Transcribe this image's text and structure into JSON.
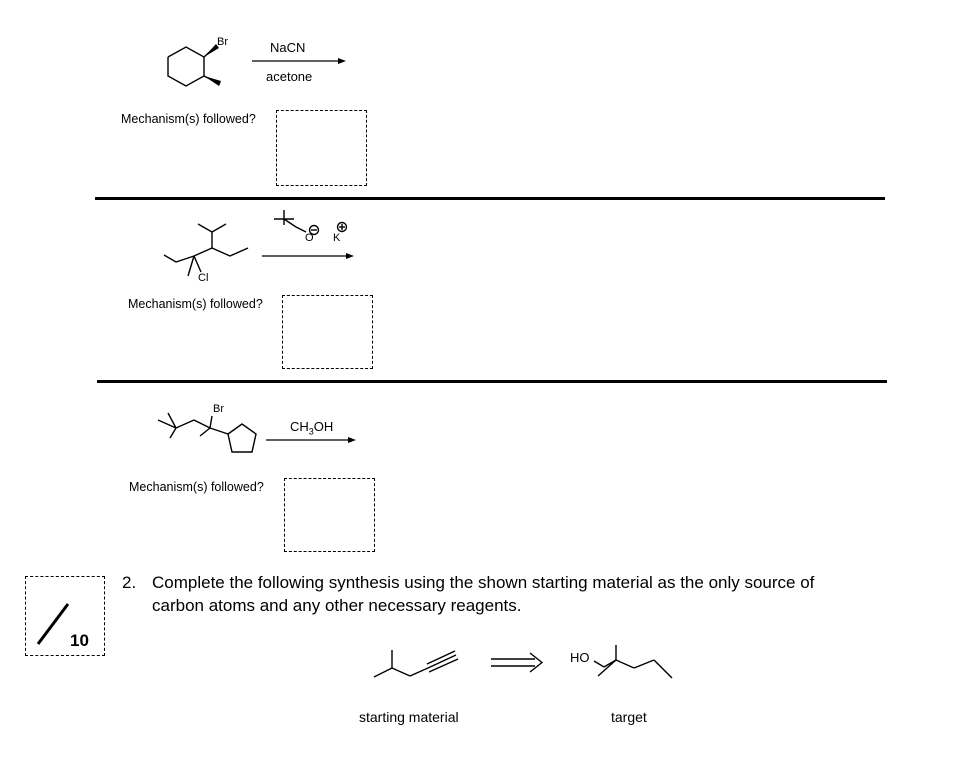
{
  "reactions": [
    {
      "substituent": "Br",
      "reagent_top": "NaCN",
      "reagent_bottom": "acetone",
      "mechanism_label": "Mechanism(s) followed?"
    },
    {
      "substituent": "Cl",
      "base_oxygen": "O",
      "base_cation": "K",
      "mechanism_label": "Mechanism(s) followed?"
    },
    {
      "substituent": "Br",
      "reagent_top": "CH3OH",
      "mechanism_label": "Mechanism(s) followed?"
    }
  ],
  "question": {
    "number": "2.",
    "line1": "Complete the following synthesis using the shown starting material as the only source of",
    "line2": "carbon atoms and any other necessary reagents.",
    "product_group": "HO",
    "starting_label": "starting material",
    "target_label": "target"
  },
  "score": {
    "max_points": "10"
  }
}
